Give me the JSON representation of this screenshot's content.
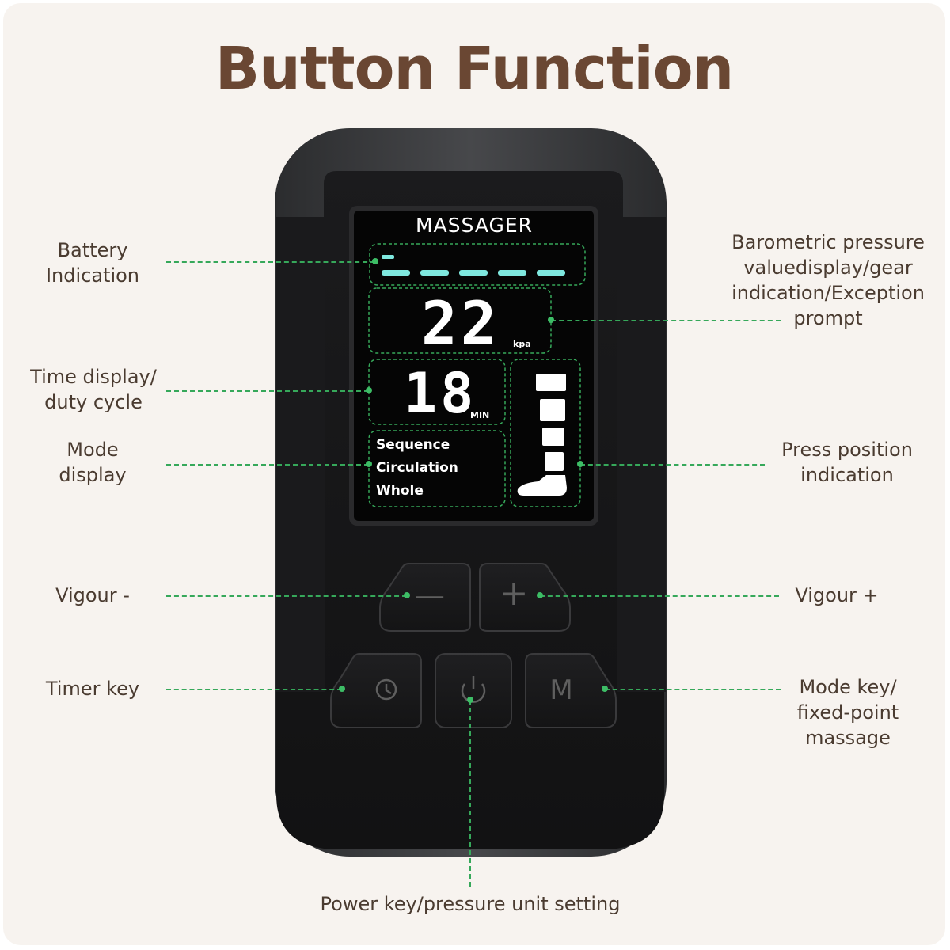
{
  "title": "Button Function",
  "device": {
    "screen_title": "MASSAGER",
    "pressure_value": "22",
    "pressure_unit": "kpa",
    "time_value": "18",
    "time_unit": "MIN",
    "modes": [
      "Sequence",
      "Circulation",
      "Whole"
    ],
    "button_glyphs": {
      "minus": "—",
      "plus": "+",
      "mode": "M"
    }
  },
  "labels": {
    "battery": [
      "Battery",
      "Indication"
    ],
    "pressure": [
      "Barometric pressure",
      "valuedisplay/gear",
      "indication/Exception",
      "prompt"
    ],
    "time": [
      "Time display/",
      "duty cycle"
    ],
    "mode_display": [
      "Mode",
      "display"
    ],
    "press_position": [
      "Press position",
      "indication"
    ],
    "vigour_minus": "Vigour -",
    "vigour_plus": "Vigour +",
    "timer_key": "Timer key",
    "mode_key": [
      "Mode key/",
      "fixed-point",
      "massage"
    ],
    "power_key": "Power key/pressure unit setting"
  },
  "colors": {
    "title": "#6a4733",
    "leader": "#36a85a",
    "screen_accent": "#7fe8df",
    "text": "#4a3b30"
  }
}
